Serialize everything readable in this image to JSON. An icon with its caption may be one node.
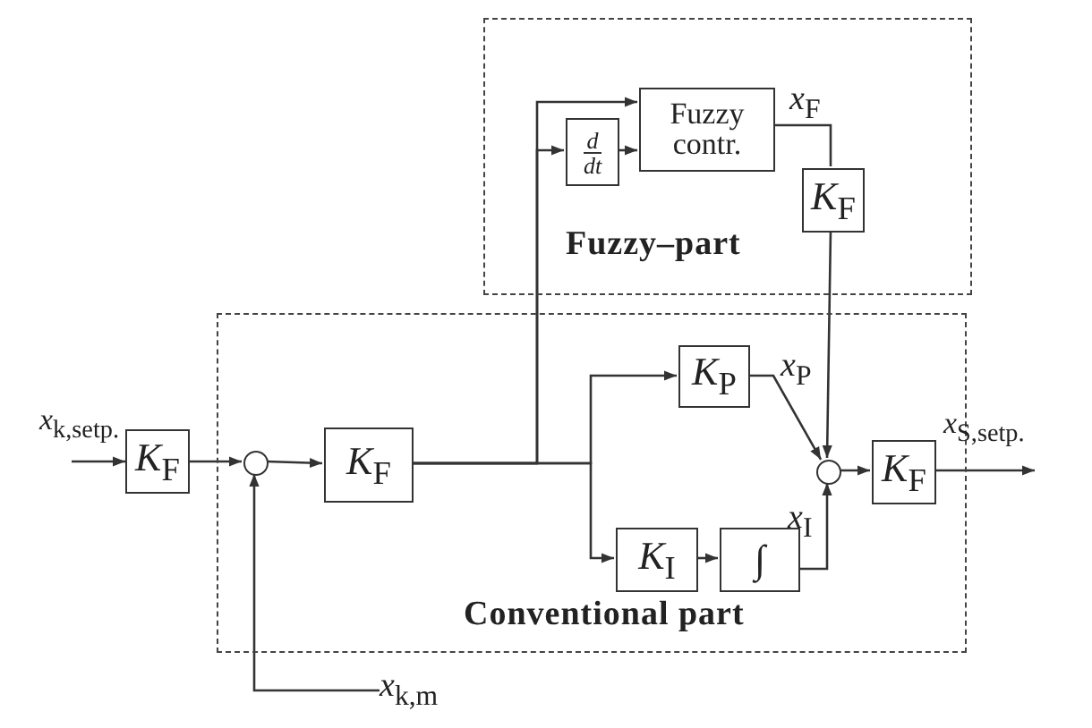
{
  "diagram": {
    "nodes": [
      {
        "text": [
          "Fuzzy–part"
        ]
      },
      {
        "text": [
          "d",
          "dt"
        ],
        "in": 0
      },
      {
        "text": [
          "Fuzzy contr."
        ],
        "in": 0,
        "beside": [
          "*x*$_{F}$"
        ]
      },
      {
        "text": [
          "*K*$_{F}$"
        ],
        "in": 0
      },
      {
        "text": [
          "Conventional part"
        ]
      },
      {
        "text": [
          "*K*$_{F}$"
        ]
      },
      {
        "text": [],
        "shape": "circle",
        "in": 4
      },
      {
        "text": [
          "*K*$_{F}$"
        ],
        "in": 4
      },
      {
        "text": [
          "*K*$_{P}$"
        ],
        "in": 4,
        "beside": [
          "*x*$_{P}$"
        ]
      },
      {
        "text": [],
        "shape": "circle",
        "in": 4
      },
      {
        "text": [
          "*K*$_{F}$"
        ],
        "in": 4
      },
      {
        "text": [
          "*K*$_{I}$"
        ],
        "in": 4
      },
      {
        "text": [
          "∫"
        ],
        "in": 4,
        "beside": [
          "*x*$_{I}$"
        ]
      },
      {
        "text": [
          "*x*$_{k,m}$"
        ]
      }
    ],
    "edges": [
      {
        "from": null,
        "to": 5,
        "arrow": "to",
        "label": "*x*$_{k,setp.}$"
      },
      {
        "from": 5,
        "to": 6,
        "arrow": "to"
      },
      {
        "from": 6,
        "to": 7,
        "arrow": "to"
      },
      {
        "from": 7,
        "to": 2,
        "arrow": "to"
      },
      {
        "from": 7,
        "to": 1,
        "arrow": "to"
      },
      {
        "from": 1,
        "to": 2,
        "arrow": "to"
      },
      {
        "from": 2,
        "to": 3,
        "arrow": "none"
      },
      {
        "from": 3,
        "to": 9,
        "arrow": "to"
      },
      {
        "from": 7,
        "to": 8,
        "arrow": "to"
      },
      {
        "from": 7,
        "to": 11,
        "arrow": "to"
      },
      {
        "from": 8,
        "to": 9,
        "arrow": "to"
      },
      {
        "from": 11,
        "to": 12,
        "arrow": "to"
      },
      {
        "from": 12,
        "to": 9,
        "arrow": "to"
      },
      {
        "from": 9,
        "to": 10,
        "arrow": "to"
      },
      {
        "from": 10,
        "to": null,
        "arrow": "to",
        "label": "*x*$_{S,setp.}$"
      },
      {
        "from": 13,
        "to": 6,
        "arrow": "to"
      }
    ]
  }
}
